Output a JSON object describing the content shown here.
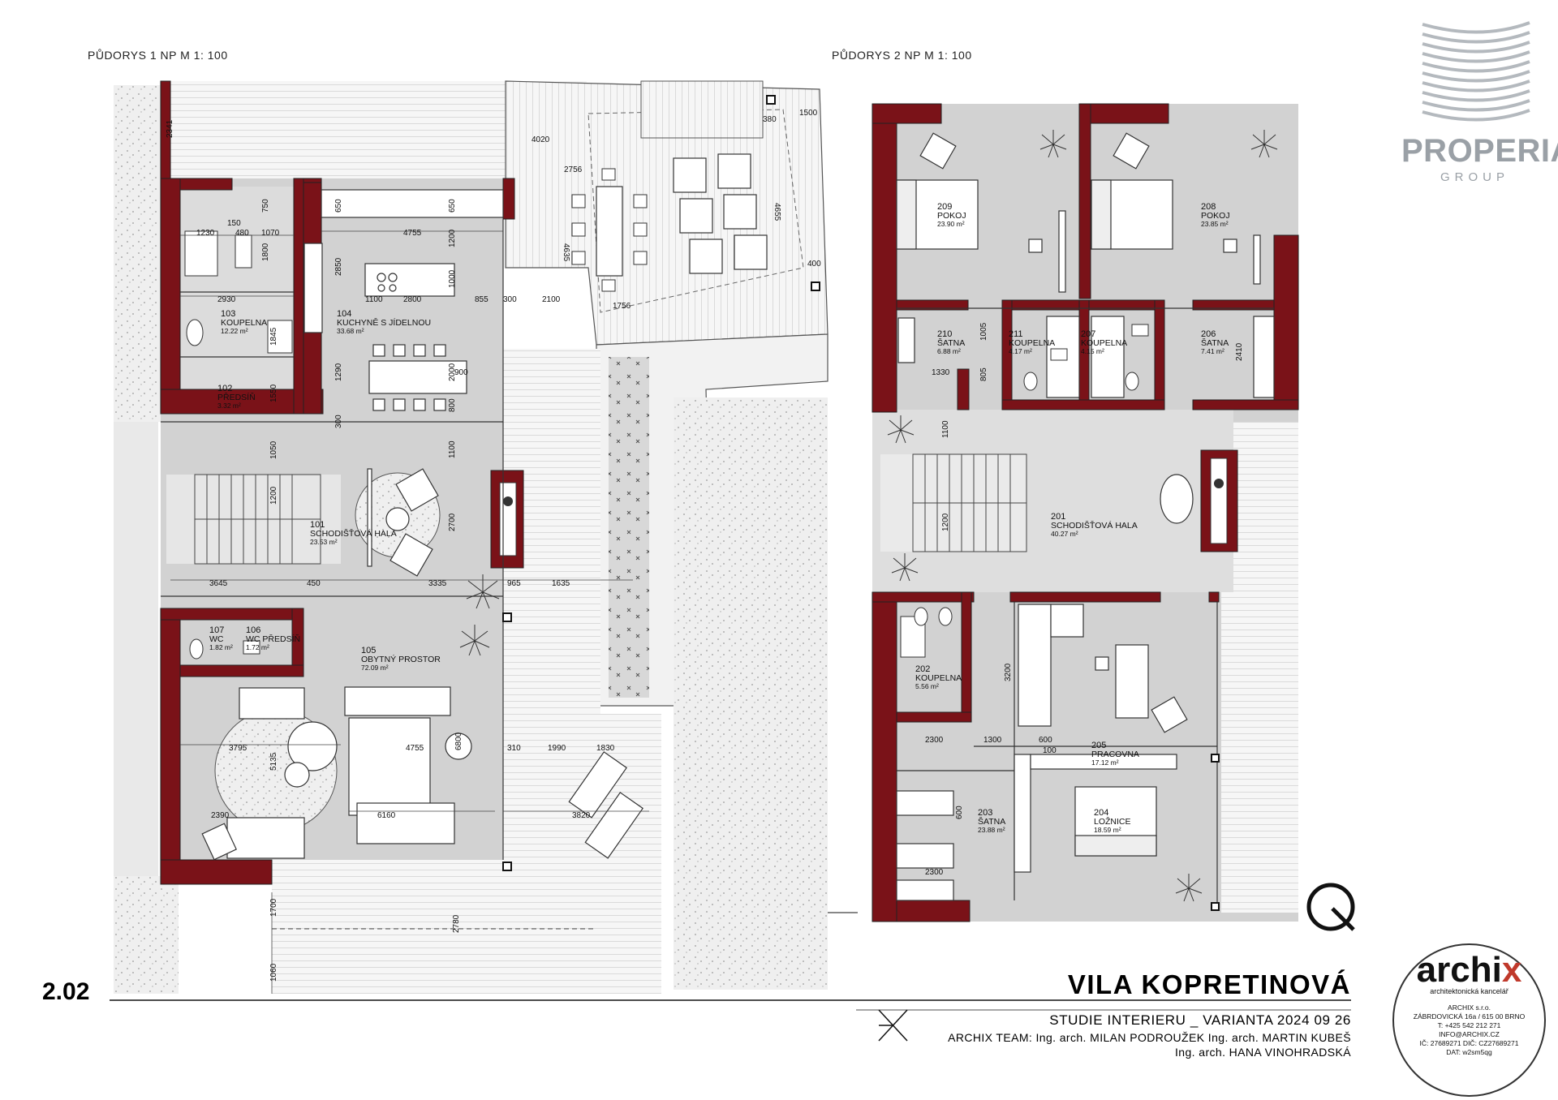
{
  "headers": {
    "plan_1np": "PŮDORYS 1 NP  M 1: 100",
    "plan_2np": "PŮDORYS 2 NP  M 1: 100"
  },
  "sheet_number": "2.02",
  "title_block": {
    "project_title": "VILA KOPRETINOVÁ",
    "subtitle": "STUDIE INTERIERU _ VARIANTA 2024 09 26",
    "team_line_1": "ARCHIX TEAM: Ing. arch. MILAN PODROUŽEK  Ing. arch. MARTIN KUBEŠ",
    "team_line_2": "Ing. arch. HANA VINOHRADSKÁ"
  },
  "branding": {
    "properia_name": "PROPERIA",
    "properia_group": "GROUP",
    "archix_logo_text": "archix",
    "archix_tagline": "architektonická kancelář",
    "archix_details": [
      "ARCHIX s.r.o.",
      "ZÁBRDOVICKÁ 16a / 615 00 BRNO",
      "T: +425 542 212 271",
      "INFO@ARCHIX.CZ",
      "IČ: 27689271 DIČ: CZ27689271",
      "DAT: w2sm5qg"
    ]
  },
  "rooms_1np": [
    {
      "number": "101",
      "name": "SCHODIŠŤOVÁ HALA",
      "area": "23.53 m²"
    },
    {
      "number": "102",
      "name": "PŘEDSÍŇ",
      "area": "3.32 m²"
    },
    {
      "number": "103",
      "name": "KOUPELNA",
      "area": "12.22 m²"
    },
    {
      "number": "104",
      "name": "KUCHYNĚ S JÍDELNOU",
      "area": "33.68 m²"
    },
    {
      "number": "105",
      "name": "OBYTNÝ PROSTOR",
      "area": "72.09 m²"
    },
    {
      "number": "106",
      "name": "WC PŘEDSÍŇ",
      "area": "1.72 m²"
    },
    {
      "number": "107",
      "name": "WC",
      "area": "1.82 m²"
    }
  ],
  "rooms_2np": [
    {
      "number": "201",
      "name": "SCHODIŠŤOVÁ HALA",
      "area": "40.27 m²"
    },
    {
      "number": "202",
      "name": "KOUPELNA",
      "area": "5.56 m²"
    },
    {
      "number": "203",
      "name": "ŠATNA",
      "area": "23.88 m²"
    },
    {
      "number": "204",
      "name": "LOŽNICE",
      "area": "18.59 m²"
    },
    {
      "number": "205",
      "name": "PRACOVNA",
      "area": "17.12 m²"
    },
    {
      "number": "206",
      "name": "ŠATNA",
      "area": "7.41 m²"
    },
    {
      "number": "207",
      "name": "KOUPELNA",
      "area": "4.15 m²"
    },
    {
      "number": "208",
      "name": "POKOJ",
      "area": "23.85 m²"
    },
    {
      "number": "209",
      "name": "POKOJ",
      "area": "23.90 m²"
    },
    {
      "number": "210",
      "name": "ŠATNA",
      "area": "6.88 m²"
    },
    {
      "number": "211",
      "name": "KOUPELNA",
      "area": "4.17 m²"
    }
  ],
  "dimensions_1np": [
    "2341",
    "1230",
    "480",
    "1070",
    "150",
    "750",
    "650",
    "4755",
    "650",
    "1200",
    "1800",
    "2850",
    "2930",
    "2800",
    "1000",
    "1100",
    "855",
    "300",
    "2100",
    "1845",
    "1550",
    "1290",
    "2000",
    "900",
    "1050",
    "300",
    "1200",
    "1100",
    "800",
    "2700",
    "3645",
    "450",
    "3335",
    "965",
    "1635",
    "3795",
    "5135",
    "4755",
    "6800",
    "310",
    "1990",
    "1830",
    "2390",
    "6160",
    "3820",
    "1700",
    "2780",
    "1060",
    "4020",
    "2756",
    "4635",
    "4655",
    "380",
    "1500",
    "1756",
    "400"
  ],
  "dimensions_2np": [
    "1005",
    "805",
    "1330",
    "2410",
    "1100",
    "1200",
    "3200",
    "2300",
    "1300",
    "600",
    "100",
    "2300",
    "600"
  ],
  "colors": {
    "wall": "#7a1218",
    "floor": "#d2d2d2",
    "terrace": "#f4f4f4",
    "garden": "#e8e8e8",
    "line": "#333333",
    "brand_gray": "#9aa0a6",
    "archix_red": "#c0392b"
  }
}
